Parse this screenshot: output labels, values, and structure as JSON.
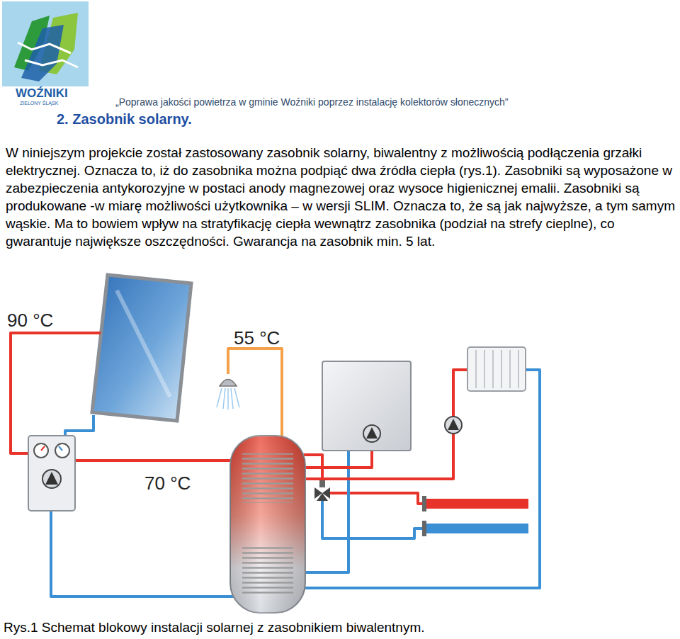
{
  "diagram": {
    "title": "2. Zasobnik solarny.",
    "caption": "Rys.1 Schemat blokowy instalacji solarnej z zasobnikiem biwalentnym.",
    "labels": [
      "„Poprawa jakości powietrza w gminie Woźniki poprzez instalację kolektorów słonecznych”",
      "WOŹNIKI",
      "ZIELONY ŚLĄSK",
      "W niniejszym projekcie został zastosowany zasobnik solarny, biwalentny z możliwością podłączenia grzałki elektrycznej. Oznacza to, iż do zasobnika można podpiąć dwa źródła ciepła (rys.1). Zasobniki są wyposażone w zabezpieczenia antykorozyjne w postaci anody magnezowej oraz wysoce higienicznej emalii. Zasobniki są produkowane -w miarę możliwości użytkownika – w wersji SLIM. Oznacza to, że są jak najwyższe, a tym samym wąskie. Ma to bowiem wpływ na stratyfikację ciepła wewnątrz zasobnika (podział na strefy cieplne), co gwarantuje największe oszczędności. Gwarancja na zasobnik min. 5 lat.",
      "90 °C",
      "55 °C",
      "70 °C"
    ]
  }
}
